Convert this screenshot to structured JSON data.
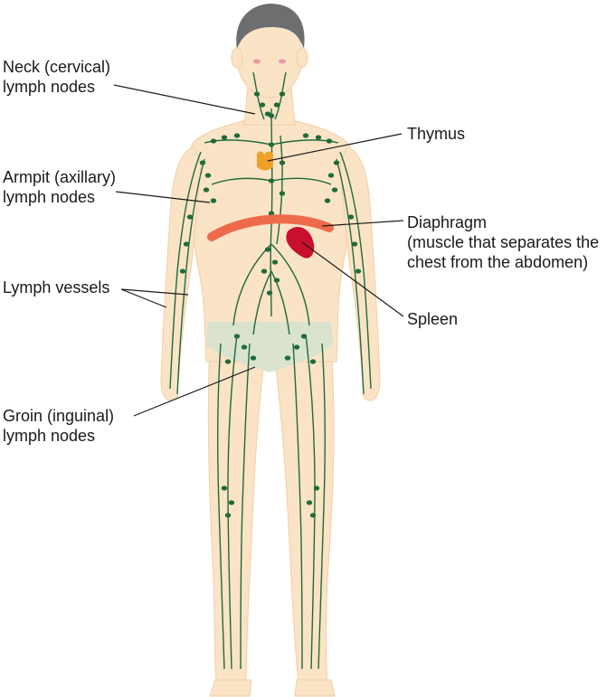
{
  "labels": {
    "neck": {
      "line1": "Neck (cervical)",
      "line2": "lymph nodes"
    },
    "armpit": {
      "line1": "Armpit (axillary)",
      "line2": "lymph nodes"
    },
    "vessels": {
      "line1": "Lymph vessels"
    },
    "groin": {
      "line1": "Groin (inguinal)",
      "line2": "lymph nodes"
    },
    "thymus": {
      "line1": "Thymus"
    },
    "diaphragm": {
      "line1": "Diaphragm",
      "line2": "(muscle that separates the",
      "line3": "chest from the abdomen)"
    },
    "spleen": {
      "line1": "Spleen"
    }
  },
  "colors": {
    "skin": "#fbe3c6",
    "skin_edge": "#f2cfa5",
    "hair": "#6d6e70",
    "underwear": "#d9e3cf",
    "lymph": "#1f6b3a",
    "thymus": "#f0a028",
    "diaphragm": "#ee6a4a",
    "spleen": "#c8102e",
    "line": "#1a1a1a"
  }
}
